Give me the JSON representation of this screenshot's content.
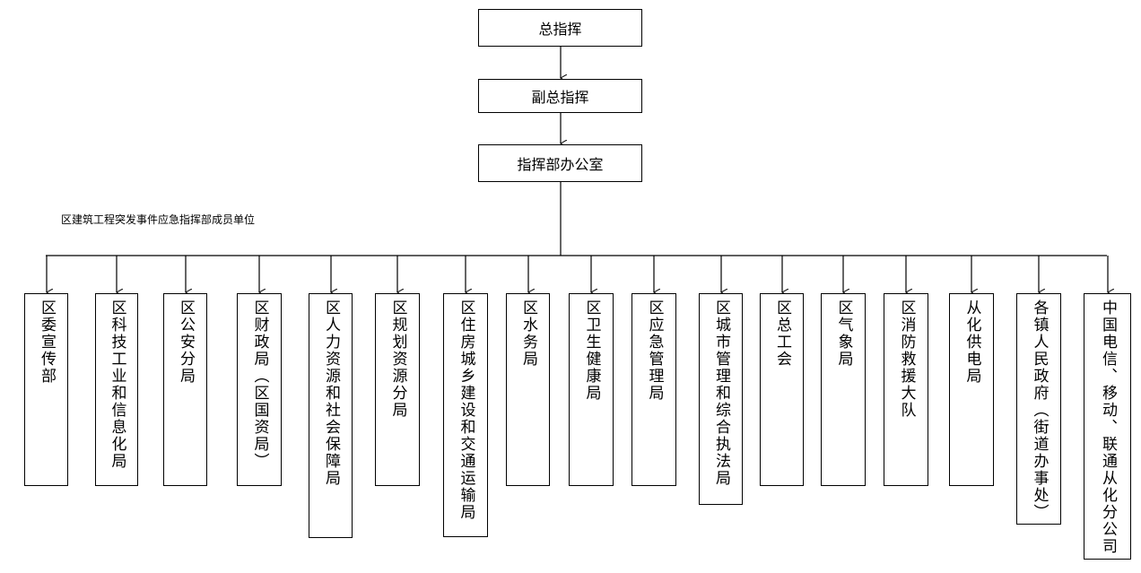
{
  "chart": {
    "commander": "总指挥",
    "deputy": "副总指挥",
    "office": "指挥部办公室",
    "caption": "区建筑工程突发事件应急指挥部成员单位",
    "units": [
      "区委宣传部",
      "区科技工业和信息化局",
      "区公安分局",
      "区财政局（区国资局）",
      "区人力资源和社会保障局",
      "区规划资源分局",
      "区住房城乡建设和交通运输局",
      "区水务局",
      "区卫生健康局",
      "区应急管理局",
      "区城市管理和综合执法局",
      "区总工会",
      "区气象局",
      "区消防救援大队",
      "从化供电局",
      "各镇人民政府（街道办事处）",
      "中国电信、移动、联通从化分公司"
    ]
  }
}
